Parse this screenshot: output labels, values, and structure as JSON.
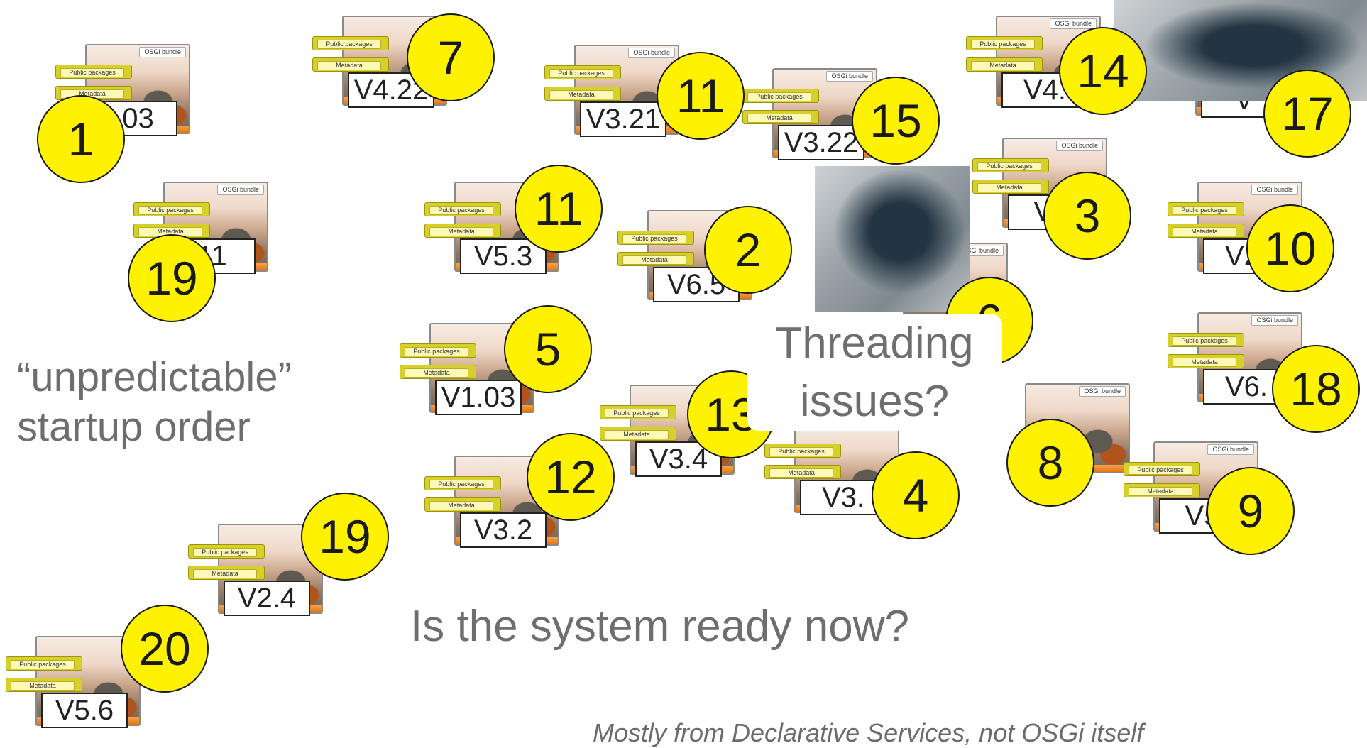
{
  "bundle_labels": {
    "header": "OSGi bundle",
    "public_packages": "Public packages",
    "metadata": "Metadata"
  },
  "bundles": [
    {
      "id": "b1",
      "version": ".03",
      "show_header": true
    },
    {
      "id": "b7",
      "version": "V4.22",
      "show_header": false
    },
    {
      "id": "b11a",
      "version": "V3.21",
      "show_header": true
    },
    {
      "id": "b15",
      "version": "V3.22",
      "show_header": true
    },
    {
      "id": "b14",
      "version": "V4.",
      "show_header": true
    },
    {
      "id": "b17",
      "version": "V",
      "show_header": false
    },
    {
      "id": "b19a",
      "version": "11",
      "show_header": true
    },
    {
      "id": "b11b",
      "version": "V5.3",
      "show_header": false
    },
    {
      "id": "b2",
      "version": "V6.5",
      "show_header": false
    },
    {
      "id": "b3",
      "version": "V4",
      "show_header": true
    },
    {
      "id": "b6",
      "version": "",
      "show_header": true
    },
    {
      "id": "b10",
      "version": "V2.",
      "show_header": true
    },
    {
      "id": "b5",
      "version": "V1.03",
      "show_header": false
    },
    {
      "id": "b18",
      "version": "V6.",
      "show_header": true
    },
    {
      "id": "b13",
      "version": "V3.4",
      "show_header": false
    },
    {
      "id": "b4",
      "version": "V3.",
      "show_header": false
    },
    {
      "id": "b8",
      "version": "",
      "show_header": true
    },
    {
      "id": "b12",
      "version": "V3.2",
      "show_header": false
    },
    {
      "id": "b9",
      "version": "V5",
      "show_header": true
    },
    {
      "id": "b19b",
      "version": "V2.4",
      "show_header": false
    },
    {
      "id": "b20",
      "version": "V5.6",
      "show_header": false
    }
  ],
  "badges": [
    "1",
    "7",
    "11",
    "15",
    "14",
    "17",
    "19",
    "11",
    "2",
    "3",
    "6",
    "10",
    "5",
    "18",
    "13",
    "4",
    "8",
    "12",
    "9",
    "19",
    "20"
  ],
  "captions": {
    "left": [
      "“unpredictable”",
      "startup order"
    ],
    "bottom": "Is the system ready now?",
    "threading": [
      "Threading",
      "issues?"
    ],
    "footer": "Mostly from Declarative Services, not OSGi itself"
  },
  "colors": {
    "badge_fill": "#fff200",
    "bundle_bar": "#e27614",
    "label_yellow": "#d7cf2a",
    "caption_gray": "#6e6e6e"
  }
}
